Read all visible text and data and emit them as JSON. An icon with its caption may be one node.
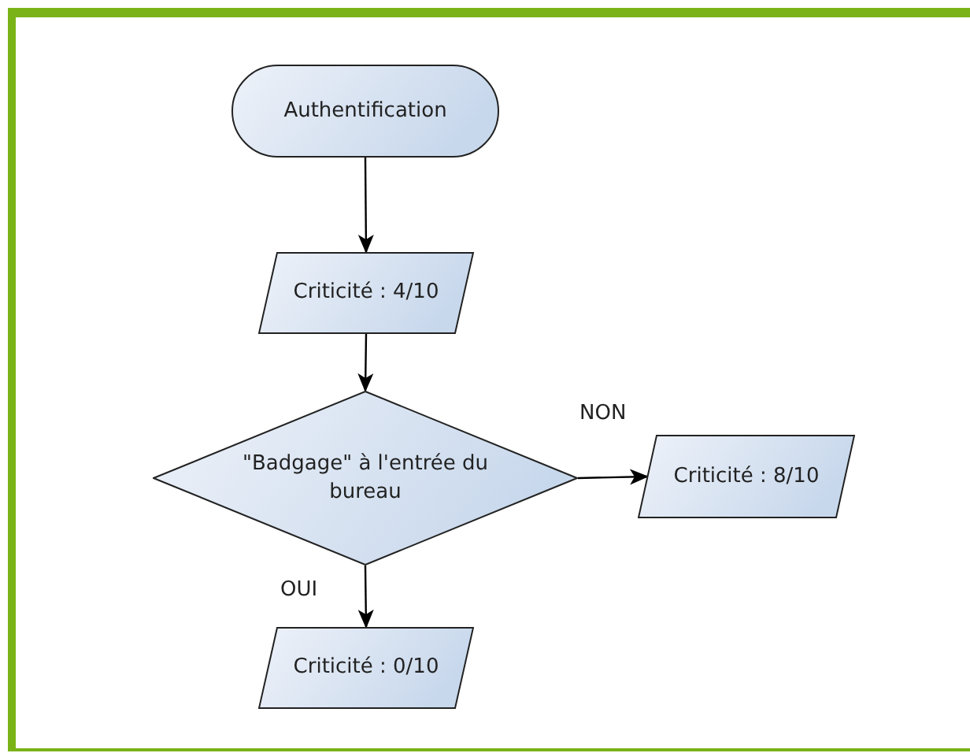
{
  "diagram": {
    "nodes": [
      {
        "text": [
          "Authentification"
        ]
      },
      {
        "text": [
          "Criticité : 4/10"
        ]
      },
      {
        "text": [
          "\"Badgage\" à l'entrée du bureau"
        ]
      },
      {
        "text": [
          "Criticité : 8/10"
        ]
      },
      {
        "text": [
          "Criticité : 0/10"
        ]
      }
    ],
    "edges": [
      {
        "from": 0,
        "to": 1,
        "arrow": "to"
      },
      {
        "from": 1,
        "to": 2,
        "arrow": "to"
      },
      {
        "from": 2,
        "to": 3,
        "arrow": "to",
        "label": "NON"
      },
      {
        "from": 2,
        "to": 4,
        "arrow": "to",
        "label": "OUI"
      }
    ]
  }
}
